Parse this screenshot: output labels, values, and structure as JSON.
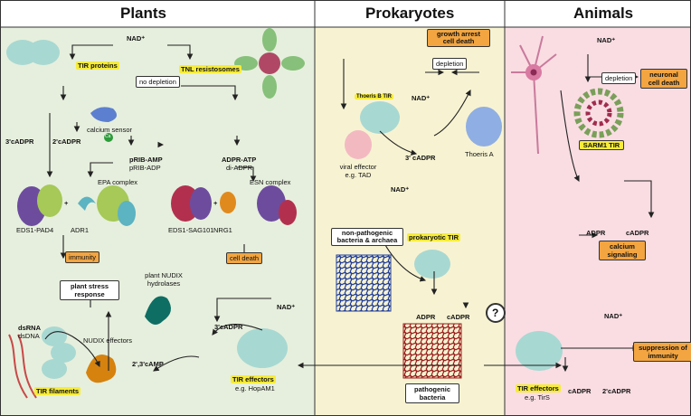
{
  "panels": {
    "plants": "Plants",
    "prokaryotes": "Prokaryotes",
    "animals": "Animals"
  },
  "plants": {
    "nad": "NAD⁺",
    "tir_proteins": "TIR proteins",
    "no_depletion": "no depletion",
    "tnl": "TNL resistosomes",
    "calcium_sensor": "calcium sensor",
    "ca": "Ca",
    "cadpr3": "3'cADPR",
    "cadpr2": "2'cADPR",
    "prib_amp": "pRIB-AMP",
    "prib_adp": "pRIB-ADP",
    "adpr_atp": "ADPR-ATP",
    "di_adpr": "di-ADPR",
    "epa": "EPA complex",
    "esn": "ESN complex",
    "eds1_pad4": "EDS1-PAD4",
    "adr1": "ADR1",
    "eds1_sag": "EDS1-SAG101",
    "nrg1": "NRG1",
    "plus": "+",
    "immunity": "immunity",
    "cell_death": "cell death",
    "stress": "plant stress response",
    "nudix_hydro": "plant NUDIX hydrolases",
    "cadpr3b": "3'cADPR",
    "nad2": "NAD⁺",
    "dsrna": "dsRNA",
    "dsdna": "dsDNA",
    "tir_filaments": "TIR filaments",
    "camp": "2',3'cAMP",
    "nudix_eff": "NUDIX effectors",
    "tir_eff": "TIR effectors",
    "hopam1": "e.g. HopAM1"
  },
  "prokaryotes": {
    "growth": "growth arrest cell death",
    "depletion": "depletion",
    "thoeris_b": "Thoeris B TIR",
    "nad": "NAD⁺",
    "thoeris_a": "Thoeris A",
    "viral": "viral effector e.g. TAD",
    "cadpr3": "3' cADPR",
    "nad2": "NAD⁺",
    "nonpath": "non-pathogenic bacteria & archaea",
    "prok_tir": "prokaryotic TIR",
    "adpr": "ADPR",
    "cadpr": "cADPR",
    "question": "?",
    "pathogenic": "pathogenic bacteria"
  },
  "animals": {
    "nad": "NAD⁺",
    "depletion": "depletion",
    "neuronal": "neuronal cell death",
    "sarm1": "SARM1 TIR",
    "adpr": "ADPR",
    "cadpr": "cADPR",
    "calcium": "calcium signaling",
    "nad2": "NAD⁺",
    "suppression": "suppression of immunity",
    "tir_eff": "TIR effectors",
    "tirs": "e.g. TirS",
    "cadpr2": "cADPR",
    "cadpr2b": "2'cADPR"
  }
}
